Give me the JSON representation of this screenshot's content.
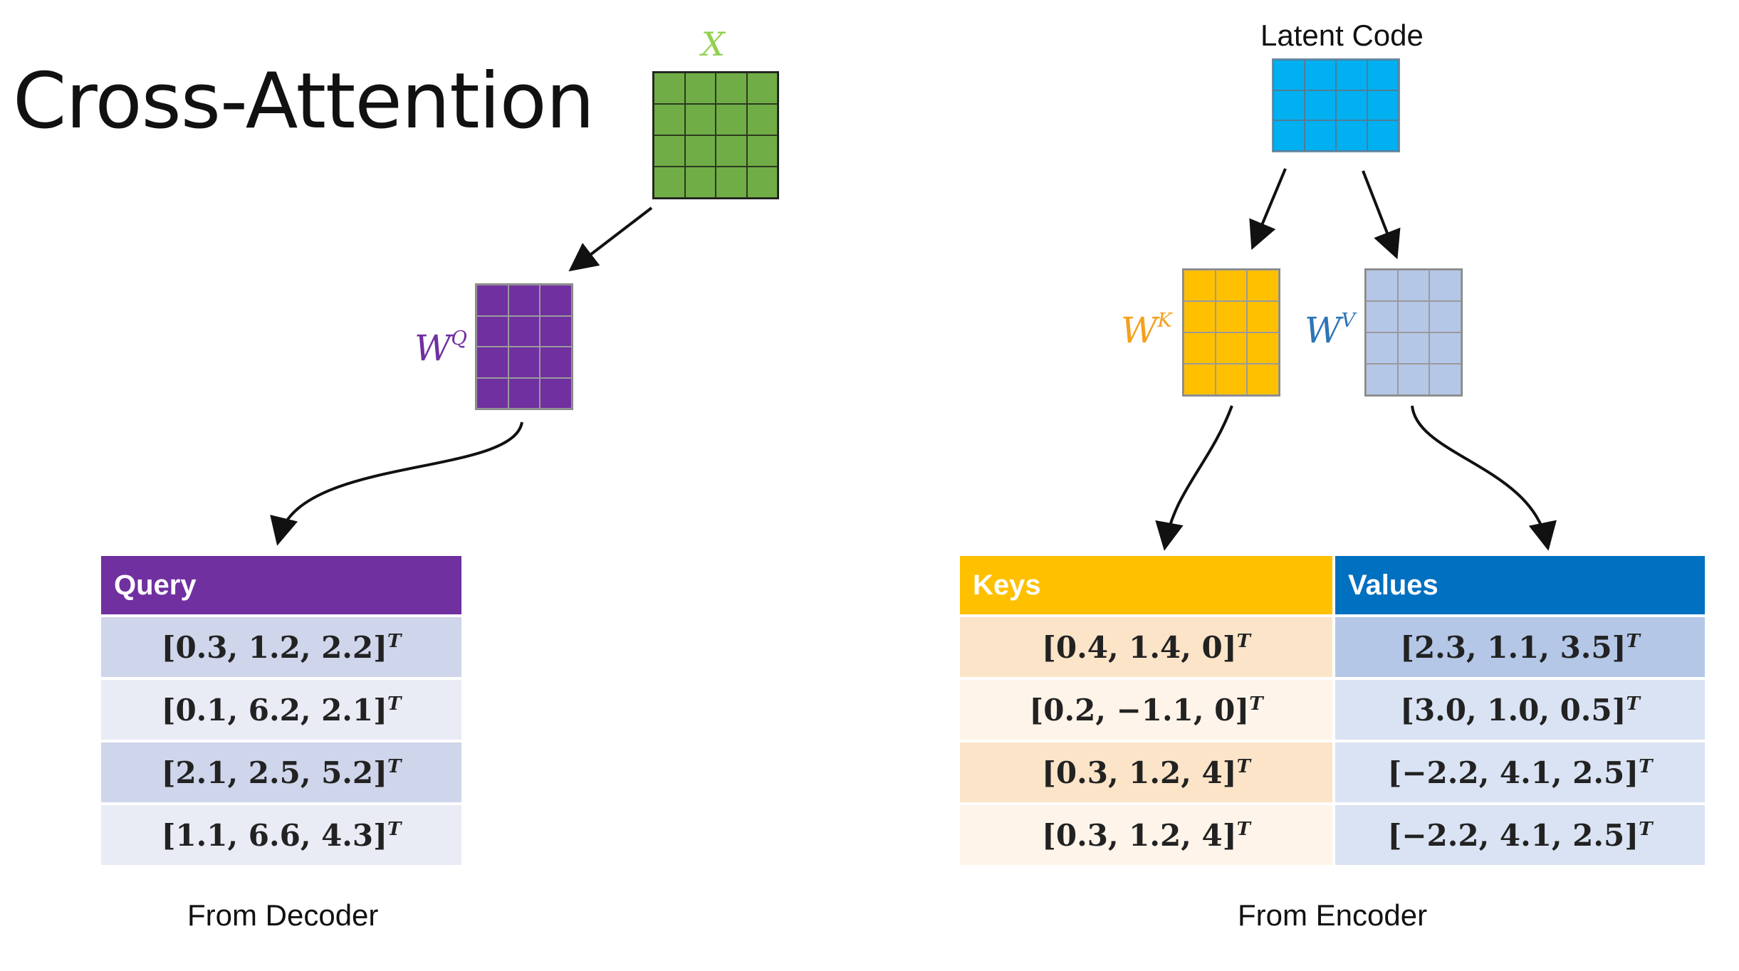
{
  "title": "Cross-Attention",
  "inputs": {
    "x_label": "X",
    "latent_label": "Latent Code"
  },
  "weights": {
    "wq": {
      "base": "W",
      "sup": "Q"
    },
    "wk": {
      "base": "W",
      "sup": "K"
    },
    "wv": {
      "base": "W",
      "sup": "V"
    }
  },
  "query_table": {
    "header": "Query",
    "rows": [
      "[0.3, 1.2, 2.2]",
      "[0.1, 6.2, 2.1]",
      "[2.1, 2.5, 5.2]",
      "[1.1, 6.6, 4.3]"
    ],
    "transpose_mark": "T",
    "caption": "From Decoder"
  },
  "kv_table": {
    "keys_header": "Keys",
    "values_header": "Values",
    "keys": [
      "[0.4, 1.4, 0]",
      "[0.2, −1.1, 0]",
      "[0.3, 1.2, 4]",
      "[0.3, 1.2, 4]"
    ],
    "values": [
      "[2.3, 1.1, 3.5]",
      "[3.0, 1.0, 0.5]",
      "[−2.2, 4.1, 2.5]",
      "[−2.2, 4.1, 2.5]"
    ],
    "transpose_mark": "T",
    "caption": "From Encoder"
  },
  "colors": {
    "x_matrix": "#70AD47",
    "latent_matrix": "#00B0F0",
    "wq_matrix": "#7030A0",
    "wk_matrix": "#FFC000",
    "wv_matrix": "#B4C7E7",
    "query_header": "#7030A0",
    "keys_header": "#FFC000",
    "values_header": "#0070C0",
    "x_label": "#92D050",
    "wk_label": "#F4A11D",
    "wv_label": "#2E75B6"
  }
}
